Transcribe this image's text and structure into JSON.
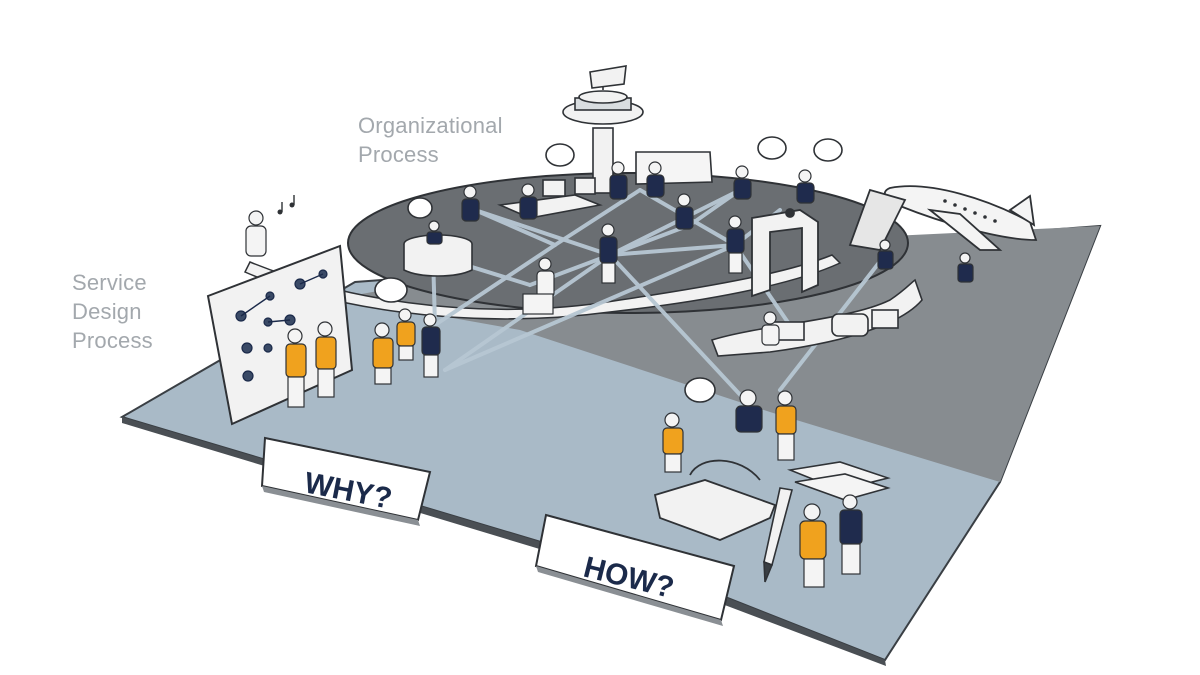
{
  "labels": {
    "organizational": [
      "Organizational",
      "Process"
    ],
    "service_design": [
      "Service",
      "Design",
      "Process"
    ]
  },
  "signs": {
    "why": "WHY?",
    "how": "HOW?"
  },
  "colors": {
    "board_blue": "#a9bac7",
    "board_gray": "#878c90",
    "board_dark": "#6a6e72",
    "path_white": "#f2f2f2",
    "connection_lines": "#b7c7d3",
    "orange_shirt": "#f0a21e",
    "navy_shirt": "#1f2b4d",
    "label_gray": "#a3a8ad"
  }
}
